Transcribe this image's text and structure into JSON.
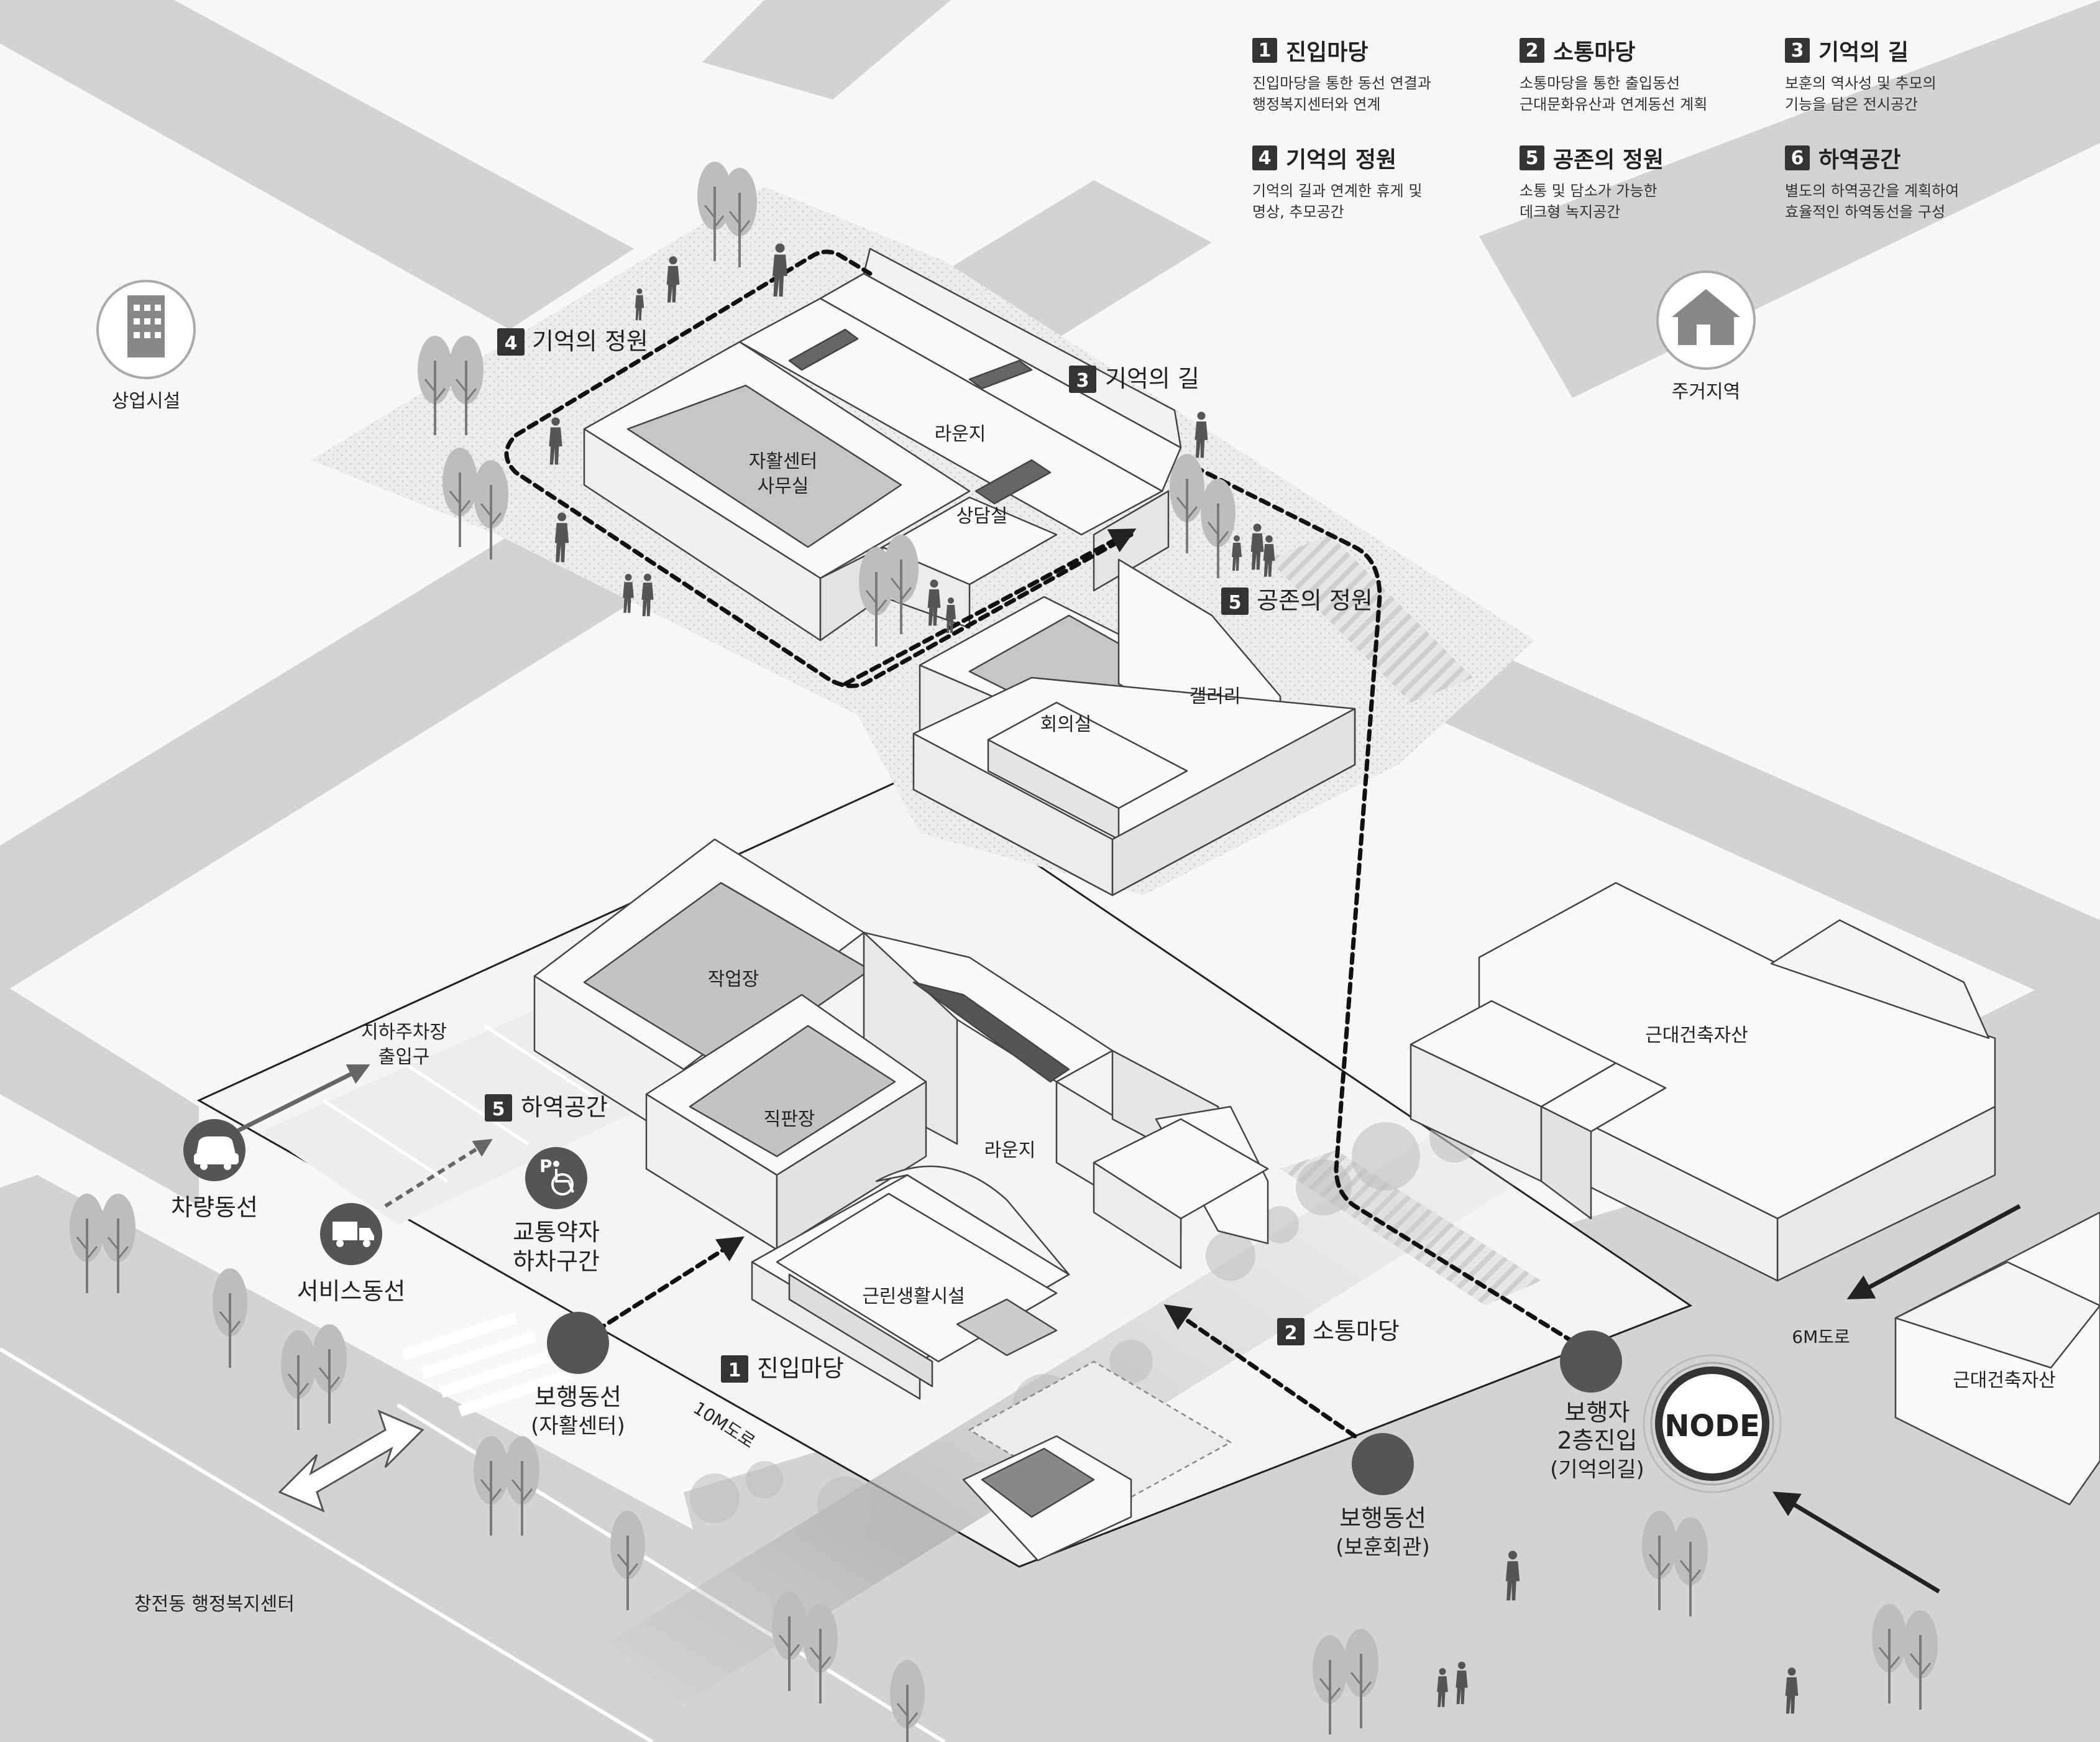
{
  "legend": [
    {
      "num": "1",
      "title": "진입마당",
      "desc": "진입마당을 통한 동선 연결과\n행정복지센터와 연계"
    },
    {
      "num": "2",
      "title": "소통마당",
      "desc": "소통마당을 통한 출입동선\n근대문화유산과  연계동선 계획"
    },
    {
      "num": "3",
      "title": "기억의 길",
      "desc": "보훈의 역사성 및 추모의\n기능을 담은 전시공간"
    },
    {
      "num": "4",
      "title": "기억의 정원",
      "desc": "기억의 길과 연계한 휴게 및\n명상, 추모공간"
    },
    {
      "num": "5",
      "title": "공존의 정원",
      "desc": "소통 및 담소가 가능한\n데크형 녹지공간"
    },
    {
      "num": "6",
      "title": "하역공간",
      "desc": "별도의 하역공간을 계획하여\n효율적인 하역동선을 구성"
    }
  ],
  "context": {
    "commercial": "상업시설",
    "residential": "주거지역",
    "modern_heritage": "근대건축자산",
    "modern_heritage_2": "근대건축자산",
    "admin_center": "창전동 행정복지센터",
    "road_10m": "10M도로",
    "road_6m": "6M도로",
    "node": "NODE"
  },
  "upper_floor": {
    "office": [
      "자활센터",
      "사무실"
    ],
    "lounge": "라운지",
    "counsel": "상담실",
    "meeting": "회의실",
    "gallery": "갤러리",
    "tag_memory_garden": {
      "num": "4",
      "label": "기억의 정원"
    },
    "tag_memory_path": {
      "num": "3",
      "label": "기억의 길"
    },
    "tag_coexist_garden": {
      "num": "5",
      "label": "공존의 정원"
    }
  },
  "ground_floor": {
    "workshop": "작업장",
    "shop": "직판장",
    "lounge": "라운지",
    "neighborhood": "근린생활시설",
    "parking": [
      "지하주차장",
      "출입구"
    ],
    "tag_loading": {
      "num": "5",
      "label": "하역공간"
    },
    "tag_entry": {
      "num": "1",
      "label": "진입마당"
    },
    "tag_comm": {
      "num": "2",
      "label": "소통마당"
    }
  },
  "circulation": {
    "vehicle": "차량동선",
    "service": "서비스동선",
    "disabled": [
      "교통약자",
      "하차구간"
    ],
    "ped_center": [
      "보행동선",
      "(자활센터)"
    ],
    "ped_bohun": [
      "보행동선",
      "(보훈회관)"
    ],
    "ped_2f": [
      "보행자",
      "2층진입",
      "(기억의길)"
    ]
  },
  "colors": {
    "road": "#d3d3d3",
    "ground": "#f2f2f2",
    "building": "#fafafa",
    "roof": "#c2c2c2",
    "dark": "#333333",
    "line": "#555555"
  }
}
